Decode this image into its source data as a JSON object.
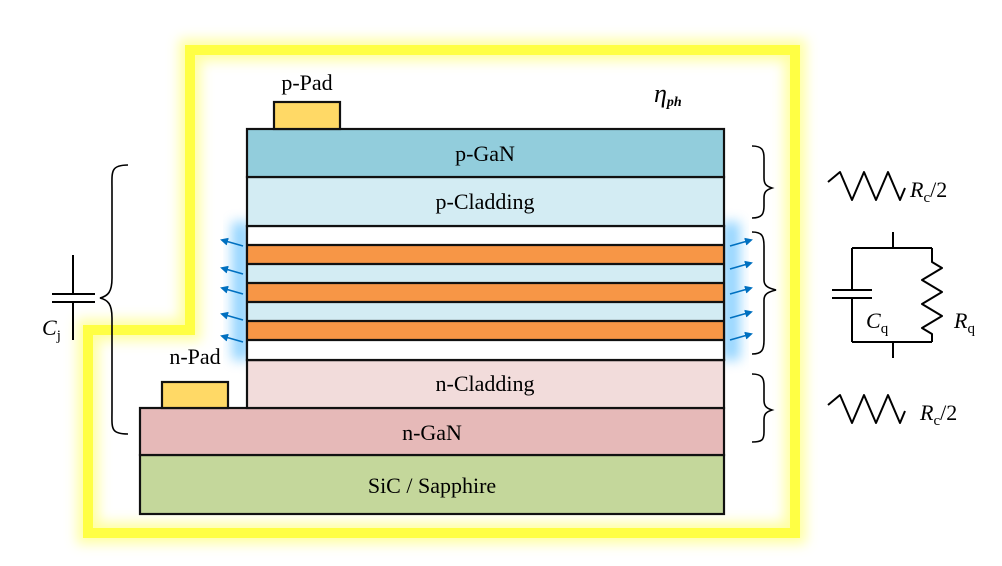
{
  "layers": {
    "p_gan": "p-GaN",
    "p_cladding": "p-Cladding",
    "n_cladding": "n-Cladding",
    "n_gan": "n-GaN",
    "substrate": "SiC / Sapphire"
  },
  "pads": {
    "p_pad": "p-Pad",
    "n_pad": "n-Pad"
  },
  "symbols": {
    "eta": "η",
    "eta_sub": "ph",
    "cj_main": "C",
    "cj_sub": "j",
    "rc_top_main": "R",
    "rc_top_sub": "c",
    "rc_top_suffix": "/2",
    "rc_bottom_main": "R",
    "rc_bottom_sub": "c",
    "rc_bottom_suffix": "/2",
    "cq_main": "C",
    "cq_sub": "q",
    "rq_main": "R",
    "rq_sub": "q"
  },
  "colors": {
    "glow": "#ffff55",
    "p_gan": "#92cddc",
    "p_cladding": "#d3ecf3",
    "qw_well": "#f79646",
    "qw_barrier": "#ffffff",
    "n_cladding": "#f2dcdb",
    "n_gan": "#e6b9b8",
    "substrate": "#c4d79b",
    "pad": "#ffd966",
    "arrow": "#0070c0"
  }
}
